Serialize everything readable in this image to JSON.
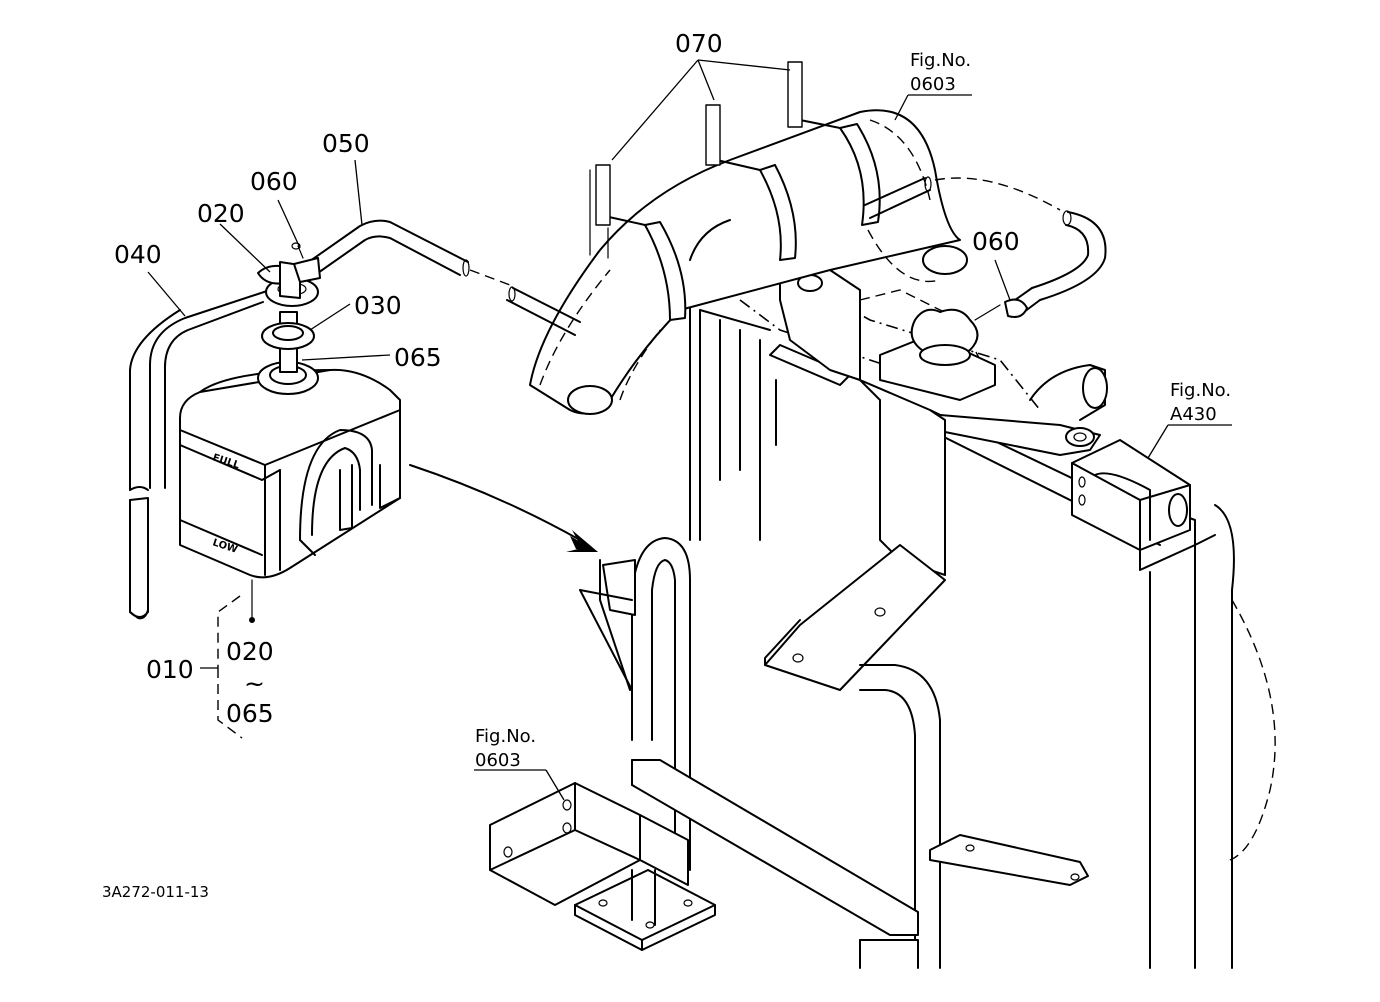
{
  "labels": {
    "p070": "070",
    "p050": "050",
    "p060_left": "060",
    "p060_right": "060",
    "p020": "020",
    "p040": "040",
    "p030": "030",
    "p065": "065",
    "p010": "010",
    "p020_range": "020",
    "range_sep": "~",
    "p065_range": "065"
  },
  "fig_refs": {
    "top_right": {
      "prefix": "Fig.No.",
      "number": "0603"
    },
    "right": {
      "prefix": "Fig.No.",
      "number": "A430"
    },
    "bottom_left": {
      "prefix": "Fig.No.",
      "number": "0603"
    }
  },
  "tank_markings": {
    "full": "FULL",
    "low": "LOW"
  },
  "drawing_code": "3A272-011-13"
}
